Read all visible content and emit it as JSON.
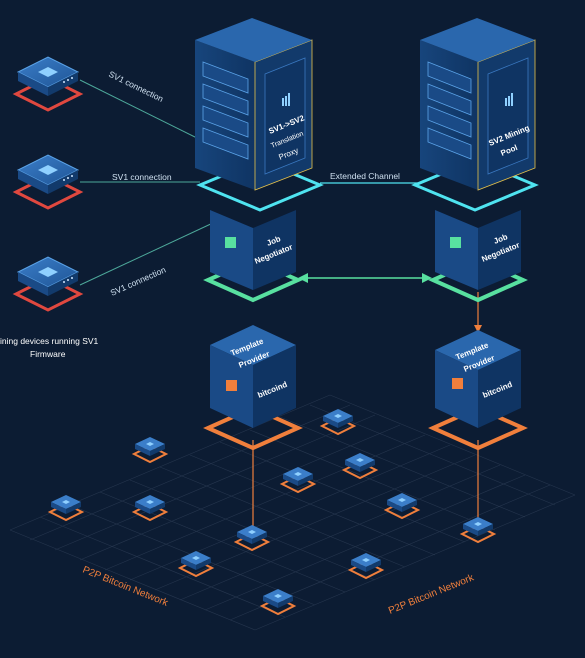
{
  "labels": {
    "sv1_top": "SV1 connection",
    "sv1_mid": "SV1 connection",
    "sv1_bot": "SV1 connection",
    "extended_channel": "Extended Channel",
    "mining_devices_line1": "ining devices running SV1",
    "mining_devices_line2": "Firmware",
    "proxy_line1": "SV1->SV2",
    "proxy_line2": "Translation",
    "proxy_line3": "Proxy",
    "pool_line1": "SV2 Mining",
    "pool_line2": "Pool",
    "job_negotiator_line1": "Job",
    "job_negotiator_line2": "Negotiator",
    "template_provider_line1": "Template",
    "template_provider_line2": "Provider",
    "bitcoind": "bitcoind",
    "p2p_left": "P2P Bitcoin Network",
    "p2p_right": "P2P Bitcoin Network"
  },
  "colors": {
    "background": "#0c1c33",
    "box_blue": "#1d4f8c",
    "cyan": "#4fe3f0",
    "green": "#58e0a0",
    "orange": "#f07f3c",
    "red": "#e0483f",
    "gold": "#e6c24a",
    "text": "#ffffff"
  }
}
